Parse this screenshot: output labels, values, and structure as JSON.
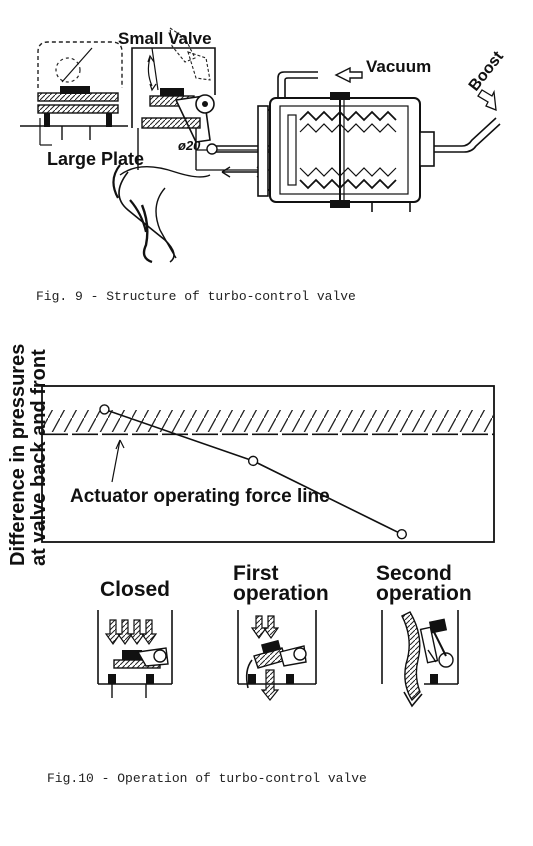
{
  "fig9": {
    "labels": {
      "small_valve": "Small Valve",
      "vacuum": "Vacuum",
      "boost": "Boost",
      "large_plate": "Large Plate",
      "dimension": "ø20"
    },
    "caption": "Fig. 9 - Structure of turbo-control valve"
  },
  "fig10": {
    "y_axis_label_line1": "Difference in pressures",
    "y_axis_label_line2": "at valve back and front",
    "force_line_label": "Actuator operating force line",
    "states": {
      "closed": "Closed",
      "first_line1": "First",
      "first_line2": "operation",
      "second_line1": "Second",
      "second_line2": "operation"
    },
    "caption": "Fig.10 - Operation of turbo-control valve"
  },
  "chart_data": {
    "type": "line",
    "points": [
      {
        "x": 1,
        "y": 0.85
      },
      {
        "x": 2,
        "y": 0.52
      },
      {
        "x": 3,
        "y": 0.05
      }
    ],
    "reference_line": {
      "label": "Actuator operating force line",
      "y": 0.69
    },
    "ylabel": "Difference in pressures at valve back and front"
  }
}
